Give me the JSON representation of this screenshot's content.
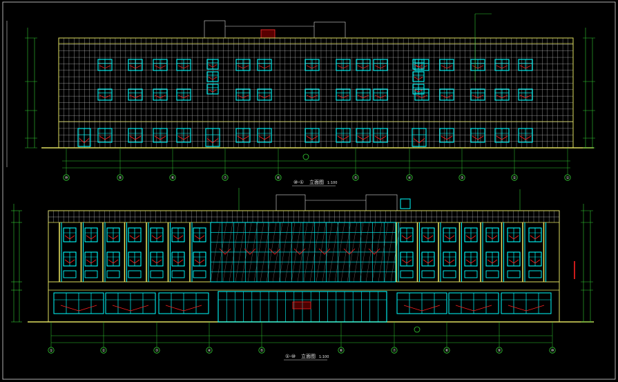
{
  "colors": {
    "background": "#000000",
    "facade_grid": "#c8c8c8",
    "outline": "#e0e060",
    "window_frame": "#00ffff",
    "window_mark": "#ff2020",
    "dimension": "#33cc33",
    "axis_bubble": "#33cc33",
    "leader": "#ff00ff"
  },
  "top_elevation": {
    "title_prefix": "⑩-①",
    "title": "立面图",
    "scale": "1:100",
    "axis_labels": [
      "⑩",
      "⑨",
      "⑧",
      "⑦",
      "⑥",
      "⑤",
      "④",
      "③",
      "②",
      "①"
    ]
  },
  "bottom_elevation": {
    "title_prefix": "①-⑩",
    "title": "立面图",
    "scale": "1:100",
    "axis_labels": [
      "①",
      "②",
      "③",
      "④",
      "⑤",
      "⑥",
      "⑦",
      "⑧",
      "⑨",
      "⑩"
    ]
  }
}
